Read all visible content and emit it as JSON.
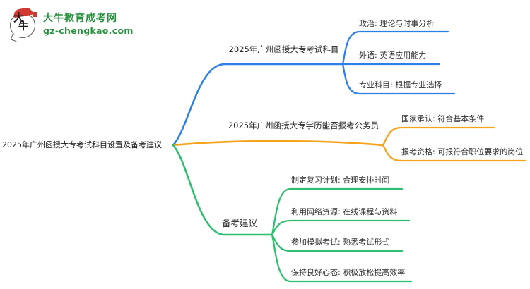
{
  "brand": {
    "logo_chars_top": "大",
    "logo_chars_bottom": "牛",
    "site_name": "大牛教育成考网",
    "site_url": "gz-chengkao.com",
    "brand_green": "#27903f",
    "brand_red": "#cf3a31"
  },
  "mindmap": {
    "root": "2025年广州函授大专考试科目设置及备考建议",
    "branches": [
      {
        "label": "2025年广州函授大专考试科目",
        "color": "#2e7fe8",
        "children": [
          "政治: 理论与时事分析",
          "外语: 英语应用能力",
          "专业科目: 根据专业选择"
        ]
      },
      {
        "label": "2025年广州函授大专学历能否报考公务员",
        "color": "#f5a31b",
        "children": [
          "国家承认: 符合基本条件",
          "报考资格: 可报符合职位要求的岗位"
        ]
      },
      {
        "label": "备考建议",
        "color": "#2fbf71",
        "children": [
          "制定复习计划: 合理安排时间",
          "利用网络资源: 在线课程与资料",
          "参加模拟考试: 熟悉考试形式",
          "保持良好心态: 积极放松提高效率"
        ]
      }
    ]
  }
}
